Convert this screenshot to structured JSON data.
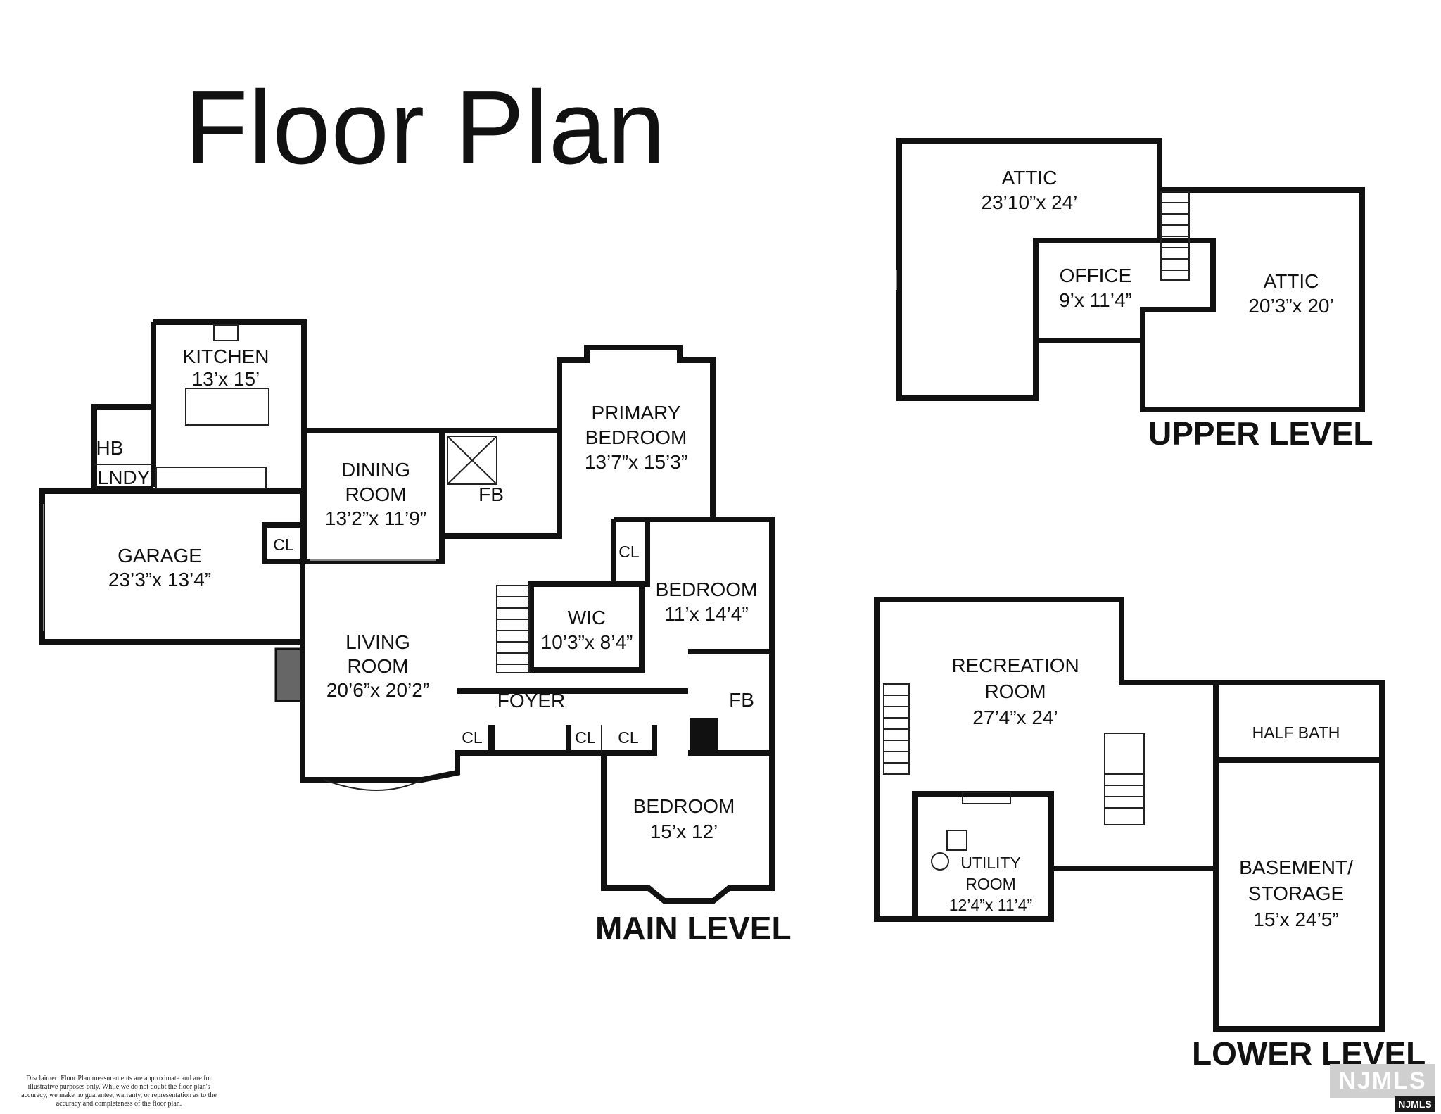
{
  "title": "Floor Plan",
  "levels": {
    "main": "MAIN LEVEL",
    "upper": "UPPER LEVEL",
    "lower": "LOWER LEVEL"
  },
  "rooms": {
    "kitchen": {
      "name": "KITCHEN",
      "size": "13’x 15’"
    },
    "hb": {
      "name": "HB"
    },
    "lndy": {
      "name": "LNDY"
    },
    "dining": {
      "name1": "DINING",
      "name2": "ROOM",
      "size": "13’2”x 11’9”"
    },
    "fb_upper": {
      "name": "FB"
    },
    "primary": {
      "name1": "PRIMARY",
      "name2": "BEDROOM",
      "size": "13’7”x 15’3”"
    },
    "garage": {
      "name": "GARAGE",
      "size": "23’3”x 13’4”"
    },
    "cl_garage": {
      "name": "CL"
    },
    "cl_bed2": {
      "name": "CL"
    },
    "bedroom2": {
      "name": "BEDROOM",
      "size": "11’x 14’4”"
    },
    "wic": {
      "name": "WIC",
      "size": "10’3”x 8’4”"
    },
    "living": {
      "name1": "LIVING",
      "name2": "ROOM",
      "size": "20’6”x 20’2”"
    },
    "foyer": {
      "name": "FOYER"
    },
    "fb_lower": {
      "name": "FB"
    },
    "cl_foyer": {
      "name": "CL"
    },
    "cl_a": {
      "name": "CL"
    },
    "cl_b": {
      "name": "CL"
    },
    "bedroom3": {
      "name": "BEDROOM",
      "size": "15’x 12’"
    },
    "attic1": {
      "name": "ATTIC",
      "size": "23’10”x 24’"
    },
    "office": {
      "name": "OFFICE",
      "size": "9’x 11’4”"
    },
    "attic2": {
      "name": "ATTIC",
      "size": "20’3”x 20’"
    },
    "recreation": {
      "name1": "RECREATION",
      "name2": "ROOM",
      "size": "27’4”x 24’"
    },
    "halfbath": {
      "name": "HALF BATH"
    },
    "utility": {
      "name1": "UTILITY",
      "name2": "ROOM",
      "size": "12’4”x 11’4”"
    },
    "basement": {
      "name1": "BASEMENT/",
      "name2": "STORAGE",
      "size": "15’x 24’5”"
    }
  },
  "disclaimer": [
    "Disclaimer: Floor Plan measurements are approximate and are for",
    "illustrative purposes only. While we do not doubt the floor plan's",
    "accuracy, we make no guarantee, warranty, or representation as to the",
    "accuracy and completeness of the floor plan."
  ],
  "logo": {
    "main": "NJMLS",
    "sub": "NJMLS"
  }
}
